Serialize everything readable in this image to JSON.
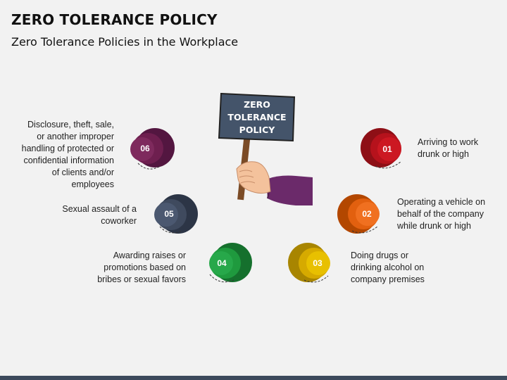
{
  "header": {
    "title": "ZERO TOLERANCE POLICY",
    "subtitle": "Zero Tolerance Policies in the Workplace"
  },
  "sign": {
    "lines": [
      "ZERO",
      "TOLERANCE",
      "POLICY"
    ]
  },
  "items": [
    {
      "number": "01",
      "text": "Arriving to work drunk or high",
      "color": "#c0141e"
    },
    {
      "number": "02",
      "text": "Operating a vehicle on behalf of the company while drunk or high",
      "color": "#e8600f"
    },
    {
      "number": "03",
      "text": "Doing drugs or drinking alcohol on company premises",
      "color": "#e6b800"
    },
    {
      "number": "04",
      "text": "Awarding raises or promotions based on bribes or sexual favors",
      "color": "#1f9a3e"
    },
    {
      "number": "05",
      "text": "Sexual assault of a coworker",
      "color": "#3f4a5e"
    },
    {
      "number": "06",
      "text": "Disclosure, theft, sale, or another improper handling of protected or confidential information of clients and/or employees",
      "color": "#6e1f4f"
    }
  ],
  "colors": {
    "background": "#f2f2f2",
    "sign": "#44546a",
    "bottom_bar": "#3d4a5c"
  }
}
